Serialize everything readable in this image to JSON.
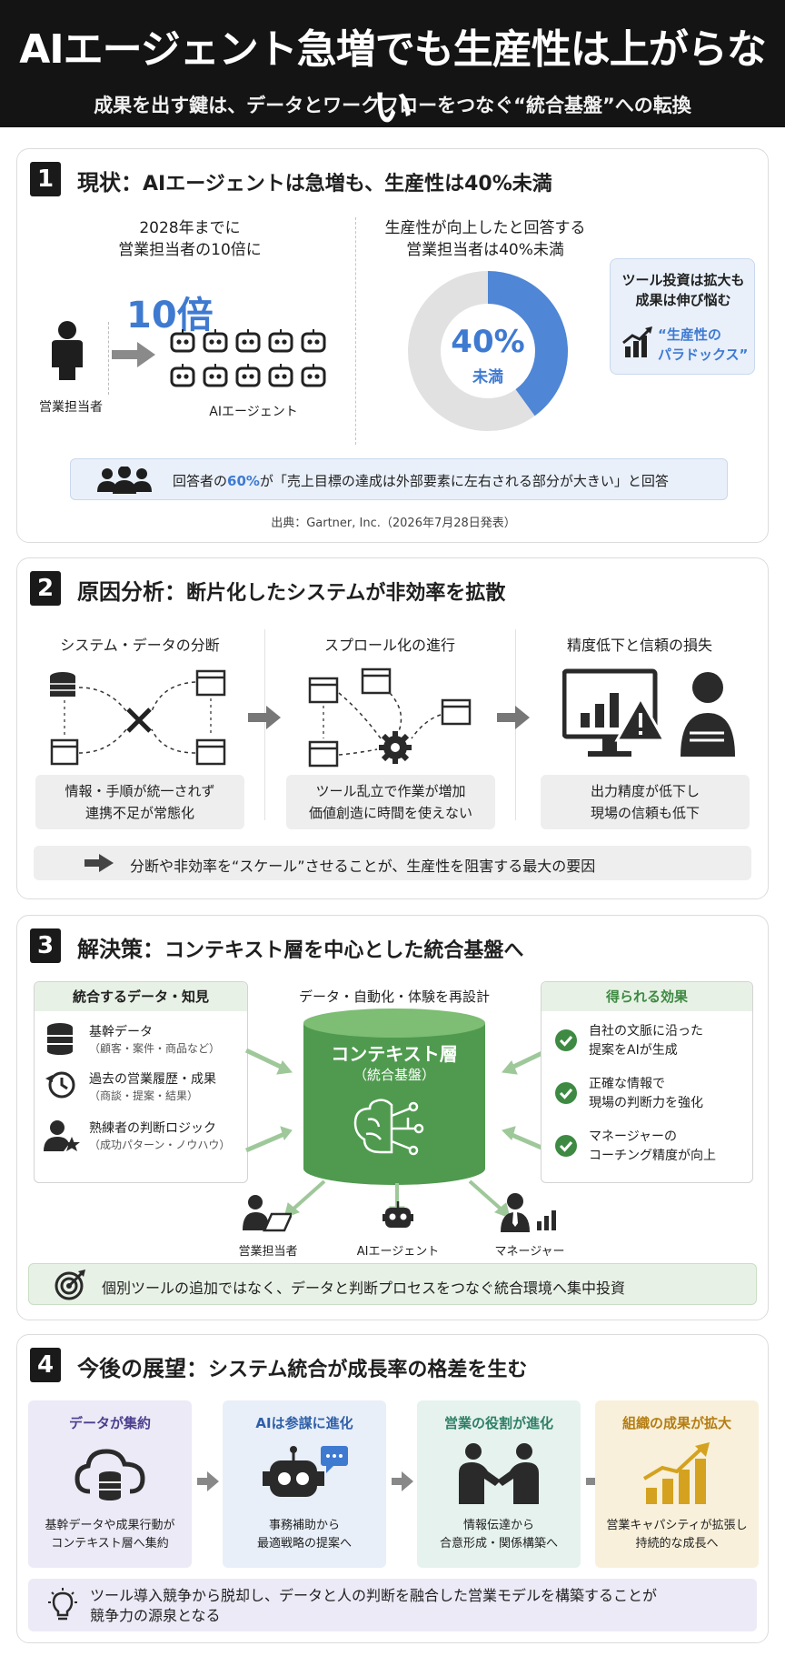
{
  "header": {
    "title": "AIエージェント急増でも生産性は上がらない",
    "subtitle": "成果を出す鍵は、データとワークフローをつなぐ“統合基盤”への転換"
  },
  "s1": {
    "num": "1",
    "title_lead": "現状：",
    "title_rest": "AIエージェントは急増も、生産性は40%未満",
    "left_caption_1": "2028年までに",
    "left_caption_2": "営業担当者の10倍に",
    "ten_times": "10倍",
    "person_label": "営業担当者",
    "agent_label": "AIエージェント",
    "right_caption_1": "生産性が向上したと回答する",
    "right_caption_2": "営業担当者は40%未満",
    "donut_value": "40%",
    "donut_sub": "未満",
    "donut_percent": 40,
    "paradox_1": "ツール投資は拡大も",
    "paradox_2": "成果は伸び悩む",
    "paradox_3": "“生産性の",
    "paradox_4": "パラドックス”",
    "survey_pre": "回答者の",
    "survey_pct": "60%",
    "survey_post": "が「売上目標の達成は外部要素に左右される部分が大きい」と回答",
    "source": "出典：Gartner, Inc.（2026年7月28日発表）"
  },
  "s2": {
    "num": "2",
    "title_lead": "原因分析：",
    "title_rest": "断片化したシステムが非効率を拡散",
    "col1_title": "システム・データの分断",
    "col1_text_1": "情報・手順が統一されず",
    "col1_text_2": "連携不足が常態化",
    "col2_title": "スプロール化の進行",
    "col2_text_1": "ツール乱立で作業が増加",
    "col2_text_2": "価値創造に時間を使えない",
    "col3_title": "精度低下と信頼の損失",
    "col3_text_1": "出力精度が低下し",
    "col3_text_2": "現場の信頼も低下",
    "bottom": "分断や非効率を“スケール”させることが、生産性を阻害する最大の要因"
  },
  "s3": {
    "num": "3",
    "title_lead": "解決策：",
    "title_rest": "コンテキスト層を中心とした統合基盤へ",
    "left_title": "統合するデータ・知見",
    "left_items": [
      {
        "main": "基幹データ",
        "sub": "（顧客・案件・商品など）"
      },
      {
        "main": "過去の営業履歴・成果",
        "sub": "（商談・提案・結果）"
      },
      {
        "main": "熟練者の判断ロジック",
        "sub": "（成功パターン・ノウハウ）"
      }
    ],
    "center_caption": "データ・自動化・体験を再設計",
    "cylinder_title": "コンテキスト層",
    "cylinder_sub": "（統合基盤）",
    "right_title": "得られる効果",
    "right_items": [
      {
        "l1": "自社の文脈に沿った",
        "l2": "提案をAIが生成"
      },
      {
        "l1": "正確な情報で",
        "l2": "現場の判断力を強化"
      },
      {
        "l1": "マネージャーの",
        "l2": "コーチング精度が向上"
      }
    ],
    "out_1": "営業担当者",
    "out_2": "AIエージェント",
    "out_3": "マネージャー",
    "bottom": "個別ツールの追加ではなく、データと判断プロセスをつなぐ統合環境へ集中投資"
  },
  "s4": {
    "num": "4",
    "title_lead": "今後の展望：",
    "title_rest": "システム統合が成長率の格差を生む",
    "cards": [
      {
        "title": "データが集約",
        "l1": "基幹データや成果行動が",
        "l2": "コンテキスト層へ集約"
      },
      {
        "title": "AIは参謀に進化",
        "l1": "事務補助から",
        "l2": "最適戦略の提案へ"
      },
      {
        "title": "営業の役割が進化",
        "l1": "情報伝達から",
        "l2": "合意形成・関係構築へ"
      },
      {
        "title": "組織の成果が拡大",
        "l1": "営業キャパシティが拡張し",
        "l2": "持続的な成長へ"
      }
    ],
    "bottom_1": "ツール導入競争から脱却し、データと人の判断を融合した営業モデルを構築することが",
    "bottom_2": "競争力の源泉となる"
  },
  "colors": {
    "blue": "#3f7ad1",
    "green": "#4f9a4f",
    "purple_bg": "#eceaf6",
    "blue_bg": "#e8eff8",
    "teal_bg": "#e6f2ee",
    "yellow_bg": "#f8f0da"
  }
}
